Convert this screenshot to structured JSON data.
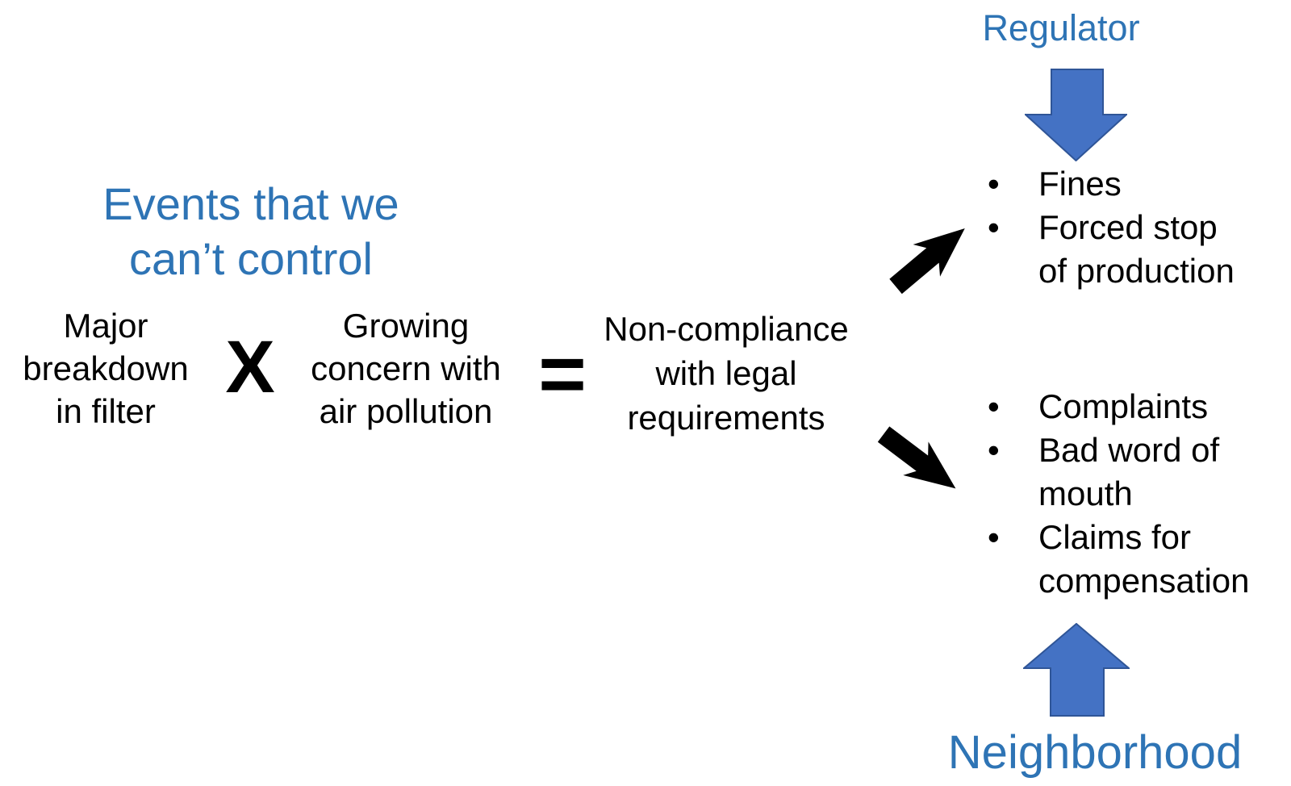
{
  "colors": {
    "accent_text": "#2E74B5",
    "shape_fill": "#4472C4",
    "shape_border": "#2F5597",
    "arrow_black": "#000000",
    "background": "#FFFFFF"
  },
  "glyphs": {
    "bullet": "•"
  },
  "formula": {
    "title": "Events that we can’t control",
    "factor_1": "Major breakdown in filter",
    "operator_multiply": "X",
    "factor_2": "Growing concern with air pollution",
    "operator_equals": "=",
    "result": "Non-compliance with legal requirements"
  },
  "regulator": {
    "label": "Regulator",
    "items": [
      "Fines",
      "Forced stop of production"
    ]
  },
  "neighborhood": {
    "label": "Neighborhood",
    "items": [
      "Complaints",
      "Bad word of mouth",
      "Claims for compensation"
    ]
  }
}
